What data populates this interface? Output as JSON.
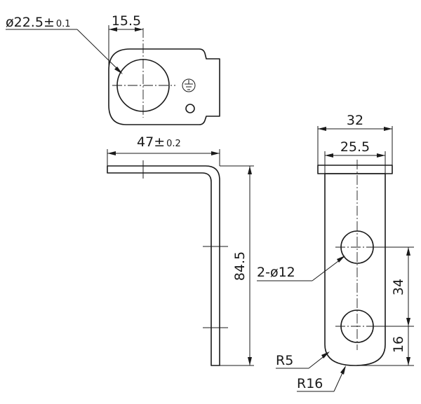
{
  "dimensions": {
    "hole_diameter": {
      "value": "ø22.5",
      "pm": "±",
      "tolerance": "0.1"
    },
    "hole_offset": "15.5",
    "width_total": {
      "value": "47",
      "pm": "±",
      "tolerance": "0.2"
    },
    "height": "84.5",
    "plate_width": "32",
    "hole_span": "25.5",
    "holes_callout": "2-ø12",
    "hole_pitch": "34",
    "end_distance": "16",
    "corner_radius": "R5",
    "end_radius": "R16"
  },
  "symbols": [
    "ground-icon"
  ]
}
